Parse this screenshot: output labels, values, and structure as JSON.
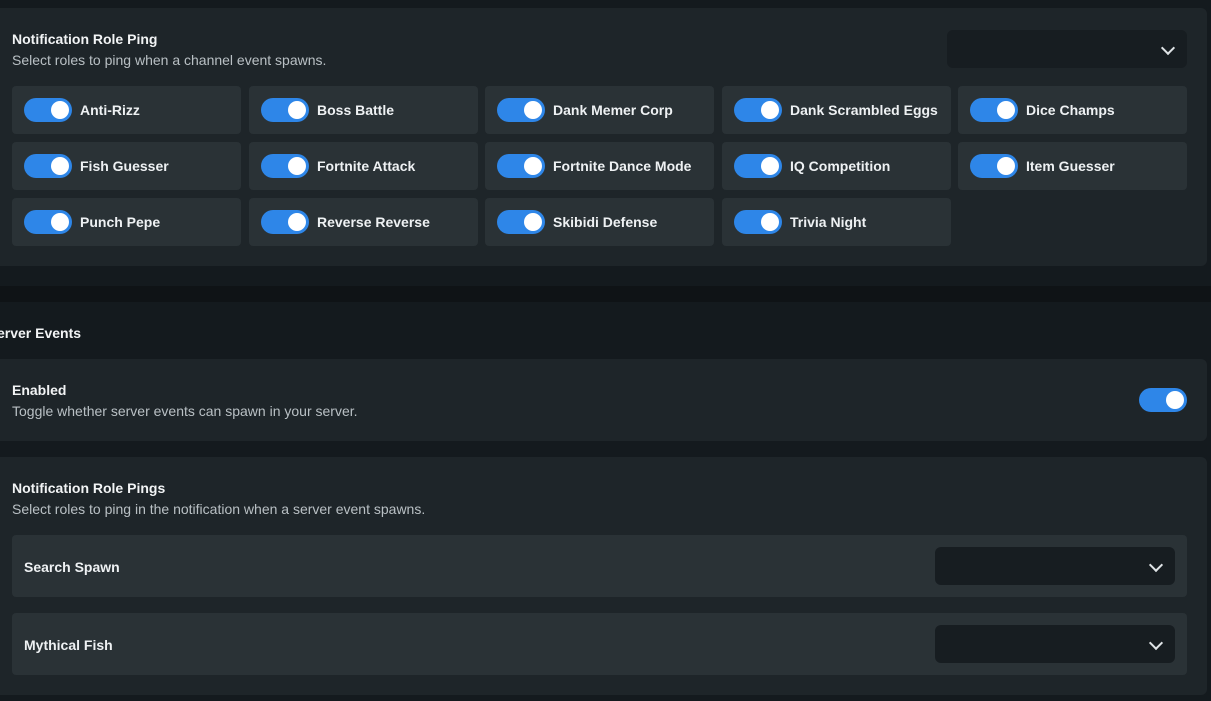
{
  "channel_pings": {
    "title": "Notification Role Ping",
    "description": "Select roles to ping when a channel event spawns.",
    "select_value": "",
    "roles": [
      {
        "label": "Anti-Rizz",
        "enabled": true
      },
      {
        "label": "Boss Battle",
        "enabled": true
      },
      {
        "label": "Dank Memer Corp",
        "enabled": true
      },
      {
        "label": "Dank Scrambled Eggs",
        "enabled": true
      },
      {
        "label": "Dice Champs",
        "enabled": true
      },
      {
        "label": "Fish Guesser",
        "enabled": true
      },
      {
        "label": "Fortnite Attack",
        "enabled": true
      },
      {
        "label": "Fortnite Dance Mode",
        "enabled": true
      },
      {
        "label": "IQ Competition",
        "enabled": true
      },
      {
        "label": "Item Guesser",
        "enabled": true
      },
      {
        "label": "Punch Pepe",
        "enabled": true
      },
      {
        "label": "Reverse Reverse",
        "enabled": true
      },
      {
        "label": "Skibidi Defense",
        "enabled": true
      },
      {
        "label": "Trivia Night",
        "enabled": true
      }
    ]
  },
  "server_events": {
    "section_title": "erver Events",
    "enabled": {
      "title": "Enabled",
      "description": "Toggle whether server events can spawn in your server.",
      "on": true
    },
    "role_pings": {
      "title": "Notification Role Pings",
      "description": "Select roles to ping in the notification when a server event spawns.",
      "events": [
        {
          "label": "Search Spawn",
          "select_value": ""
        },
        {
          "label": "Mythical Fish",
          "select_value": ""
        }
      ]
    }
  },
  "colors": {
    "accent": "#2e86e8",
    "card": "#1e2529",
    "row": "#2a3236",
    "select": "#171d21"
  },
  "icons": {
    "dropdown": "chevron-down-icon"
  }
}
